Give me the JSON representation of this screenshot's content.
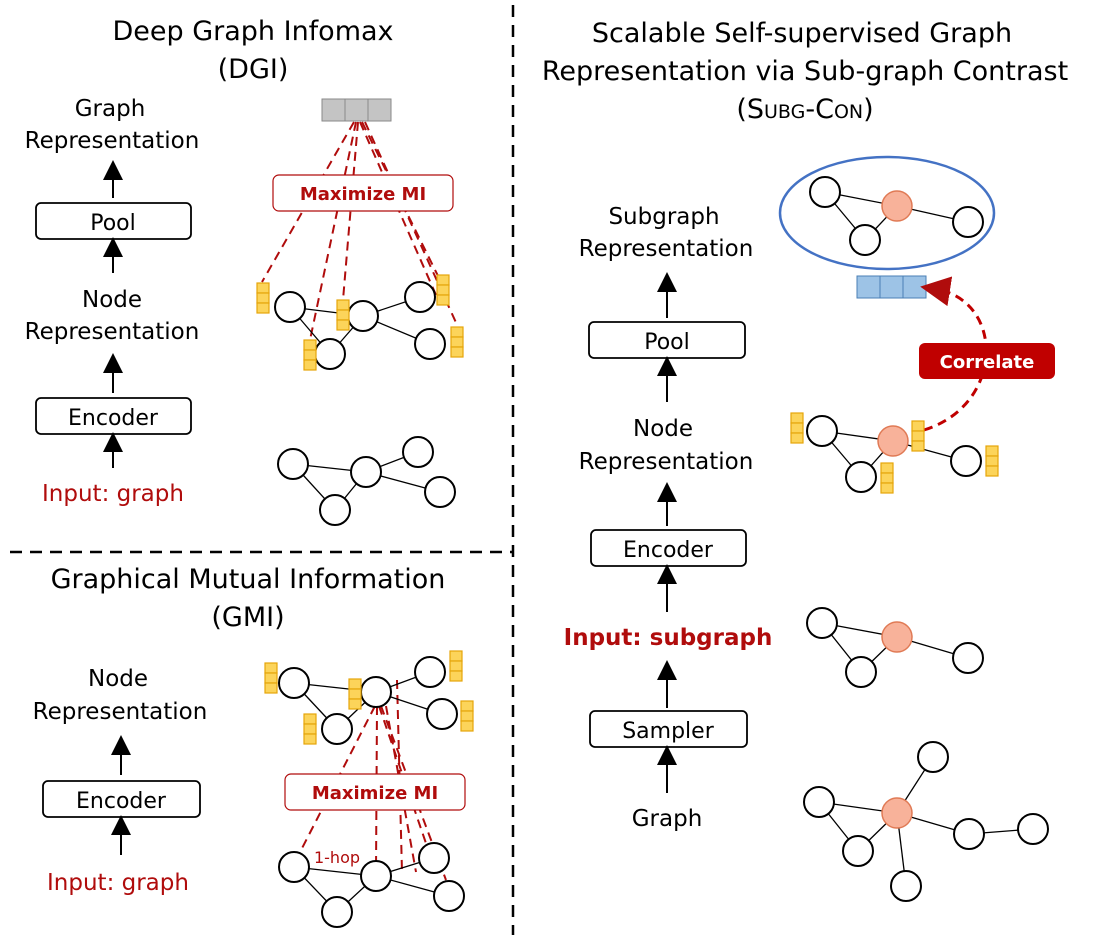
{
  "dgi": {
    "title_line1": "Deep Graph Infomax",
    "title_line2": "(DGI)",
    "graph_rep_line1": "Graph",
    "graph_rep_line2": "Representation",
    "pool": "Pool",
    "node_rep_line1": "Node",
    "node_rep_line2": "Representation",
    "encoder": "Encoder",
    "input": "Input: graph",
    "maximize": "Maximize MI"
  },
  "gmi": {
    "title_line1": "Graphical Mutual Information",
    "title_line2": "(GMI)",
    "node_rep_line1": "Node",
    "node_rep_line2": "Representation",
    "encoder": "Encoder",
    "input": "Input: graph",
    "maximize": "Maximize MI",
    "hop": "1-hop"
  },
  "subgcon": {
    "title_line1": "Scalable Self-supervised Graph",
    "title_line2": "Representation via Sub-graph Contrast",
    "title_line3": "(Subg-Con)",
    "subgraph_rep_line1": "Subgraph",
    "subgraph_rep_line2": "Representation",
    "pool": "Pool",
    "node_rep_line1": "Node",
    "node_rep_line2": "Representation",
    "encoder": "Encoder",
    "input": "Input: subgraph",
    "sampler": "Sampler",
    "graph": "Graph",
    "correlate": "Correlate"
  },
  "colors": {
    "accent_red": "#b00c0c",
    "correlate_fill": "#c00000",
    "center_node": "#f8b29a",
    "feature_yellow": "#fcd45a",
    "summary_blue": "#9dc3e6",
    "ellipse_blue": "#4472c4"
  }
}
